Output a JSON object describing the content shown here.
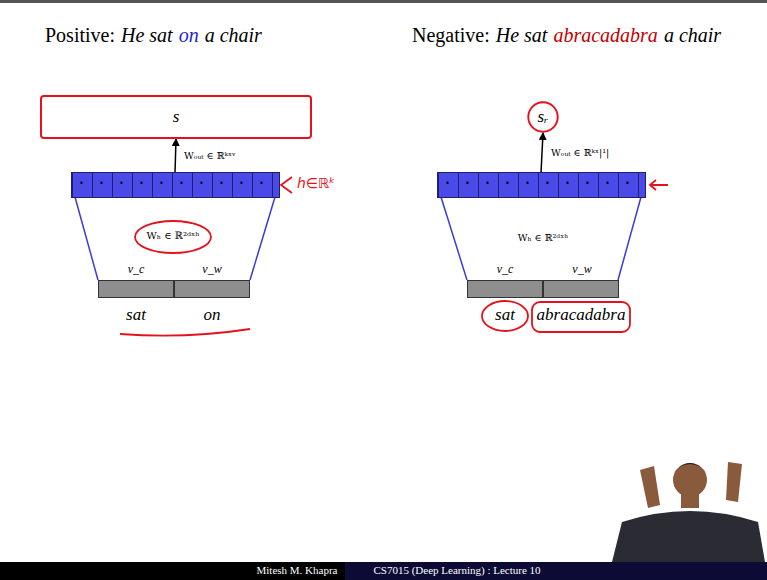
{
  "diagram": {
    "nodes": [
      {
        "text": [
          "s"
        ]
      },
      {
        "text": [
          "sᵣ"
        ]
      },
      {
        "text": [
          ". . . . . . . . . ."
        ]
      },
      {
        "text": [
          ". . . . . . . . . ."
        ]
      },
      {
        "text": [
          "sat"
        ]
      },
      {
        "text": [
          "on"
        ]
      },
      {
        "text": [
          "sat"
        ]
      },
      {
        "text": [
          "abracadabra"
        ]
      }
    ],
    "edges": [
      {
        "from": 2,
        "to": 0,
        "arrow": "to",
        "label": "Wₒᵤₜ ∈ ℝᵏˣᵛ"
      },
      {
        "from": 3,
        "to": 1,
        "arrow": "to",
        "label": "Wₒᵤₜ ∈ ℝᵏˣ|¹|"
      }
    ],
    "labels": [
      "Positive:",
      "He sat",
      "on",
      "a chair",
      "Negative:",
      "He sat",
      "abracadabra",
      "a chair",
      "h∈ℝᵏ",
      "Wₕ ∈ ℝ²ᵈˣʰ",
      "v_c",
      "v_w",
      "Wₕ ∈ ℝ²ᵈˣʰ",
      "v_c",
      "v_w",
      "Mitesh M. Khapra",
      "CS7015 (Deep Learning) : Lecture 10"
    ]
  }
}
